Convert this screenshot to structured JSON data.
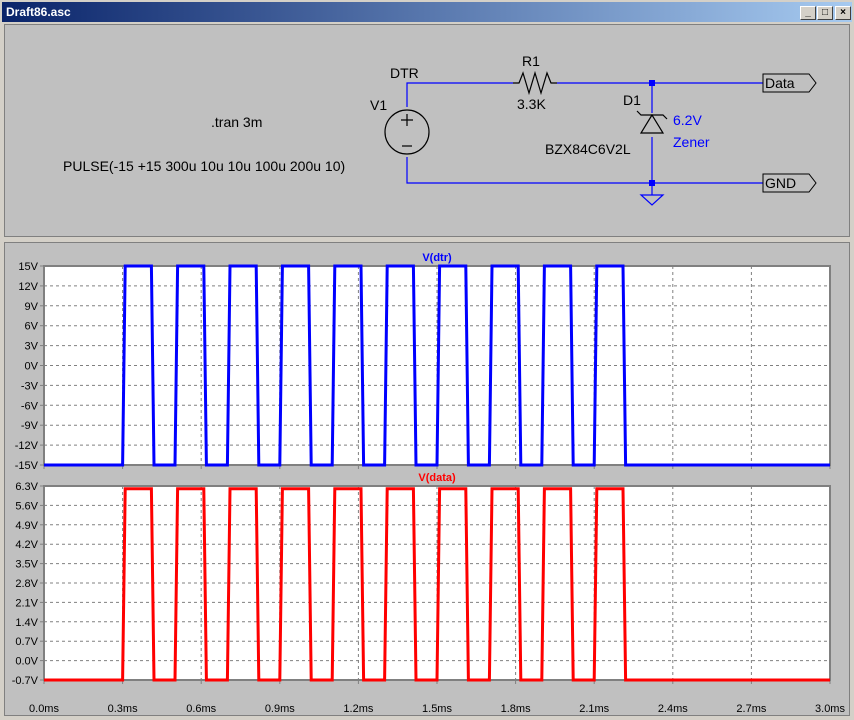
{
  "window": {
    "title": "Draft86.asc",
    "buttons": {
      "minimize": "_",
      "maximize": "□",
      "close": "×"
    }
  },
  "schematic": {
    "directive": ".tran 3m",
    "source_name": "V1",
    "source_value": "PULSE(-15 +15 300u 10u 10u 100u 200u 10)",
    "net_dtr": "DTR",
    "resistor_name": "R1",
    "resistor_value": "3.3K",
    "diode_name": "D1",
    "diode_value": "BZX84C6V2L",
    "diode_note_1": "6.2V",
    "diode_note_2": "Zener",
    "label_data": "Data",
    "label_gnd": "GND",
    "colors": {
      "wire": "#0000ff",
      "component": "#000000",
      "note": "#0000ff"
    }
  },
  "chart_data": [
    {
      "type": "line",
      "title": "V(dtr)",
      "color": "#0000ff",
      "ylim": [
        -15,
        15
      ],
      "xlim": [
        0,
        3.0
      ],
      "grid": true,
      "yticks": [
        "15V",
        "12V",
        "9V",
        "6V",
        "3V",
        "0V",
        "-3V",
        "-6V",
        "-9V",
        "-12V",
        "-15V"
      ],
      "ytick_values": [
        15,
        12,
        9,
        6,
        3,
        0,
        -3,
        -6,
        -9,
        -12,
        -15
      ],
      "series": [
        {
          "x": [
            0,
            0.3,
            0.31,
            0.41,
            0.42,
            0.5,
            0.51,
            0.61,
            0.62,
            0.7,
            0.71,
            0.81,
            0.82,
            0.9,
            0.91,
            1.01,
            1.02,
            1.1,
            1.11,
            1.21,
            1.22,
            1.3,
            1.31,
            1.41,
            1.42,
            1.5,
            1.51,
            1.61,
            1.62,
            1.7,
            1.71,
            1.81,
            1.82,
            1.9,
            1.91,
            2.01,
            2.02,
            2.1,
            2.11,
            2.21,
            2.22,
            3.0
          ],
          "y": [
            -15,
            -15,
            15,
            15,
            -15,
            -15,
            15,
            15,
            -15,
            -15,
            15,
            15,
            -15,
            -15,
            15,
            15,
            -15,
            -15,
            15,
            15,
            -15,
            -15,
            15,
            15,
            -15,
            -15,
            15,
            15,
            -15,
            -15,
            15,
            15,
            -15,
            -15,
            15,
            15,
            -15,
            -15,
            15,
            15,
            -15,
            -15
          ]
        }
      ]
    },
    {
      "type": "line",
      "title": "V(data)",
      "color": "#ff0000",
      "ylim": [
        -0.7,
        6.3
      ],
      "xlim": [
        0,
        3.0
      ],
      "grid": true,
      "yticks": [
        "6.3V",
        "5.6V",
        "4.9V",
        "4.2V",
        "3.5V",
        "2.8V",
        "2.1V",
        "1.4V",
        "0.7V",
        "0.0V",
        "-0.7V"
      ],
      "ytick_values": [
        6.3,
        5.6,
        4.9,
        4.2,
        3.5,
        2.8,
        2.1,
        1.4,
        0.7,
        0.0,
        -0.7
      ],
      "series": [
        {
          "x": [
            0,
            0.3,
            0.31,
            0.41,
            0.42,
            0.5,
            0.51,
            0.61,
            0.62,
            0.7,
            0.71,
            0.81,
            0.82,
            0.9,
            0.91,
            1.01,
            1.02,
            1.1,
            1.11,
            1.21,
            1.22,
            1.3,
            1.31,
            1.41,
            1.42,
            1.5,
            1.51,
            1.61,
            1.62,
            1.7,
            1.71,
            1.81,
            1.82,
            1.9,
            1.91,
            2.01,
            2.02,
            2.1,
            2.11,
            2.21,
            2.22,
            3.0
          ],
          "y": [
            -0.7,
            -0.7,
            6.2,
            6.2,
            -0.7,
            -0.7,
            6.2,
            6.2,
            -0.7,
            -0.7,
            6.2,
            6.2,
            -0.7,
            -0.7,
            6.2,
            6.2,
            -0.7,
            -0.7,
            6.2,
            6.2,
            -0.7,
            -0.7,
            6.2,
            6.2,
            -0.7,
            -0.7,
            6.2,
            6.2,
            -0.7,
            -0.7,
            6.2,
            6.2,
            -0.7,
            -0.7,
            6.2,
            6.2,
            -0.7,
            -0.7,
            6.2,
            6.2,
            -0.7,
            -0.7
          ]
        }
      ]
    }
  ],
  "xaxis": {
    "ticks": [
      "0.0ms",
      "0.3ms",
      "0.6ms",
      "0.9ms",
      "1.2ms",
      "1.5ms",
      "1.8ms",
      "2.1ms",
      "2.4ms",
      "2.7ms",
      "3.0ms"
    ],
    "tick_values": [
      0,
      0.3,
      0.6,
      0.9,
      1.2,
      1.5,
      1.8,
      2.1,
      2.4,
      2.7,
      3.0
    ]
  }
}
